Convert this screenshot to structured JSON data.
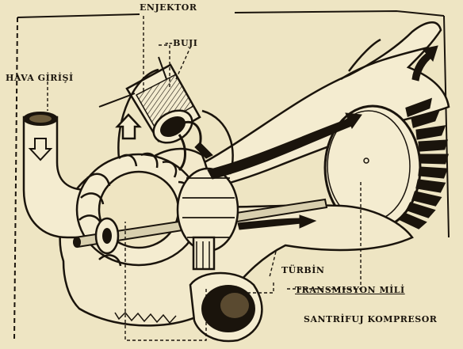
{
  "labels": {
    "enjektor": "ENJEKTOR",
    "buji": "BUJI",
    "hava_girisi": "HAVA GİRİŞİ",
    "turbin": "TÜRBİN",
    "transmisyon_mili": "TRANSMISYON MİLİ",
    "santrifuj_kompresor": "SANTRİFUJ KOMPRESOR"
  },
  "colors": {
    "paper": "#eee5c3",
    "ink": "#1a140c"
  }
}
